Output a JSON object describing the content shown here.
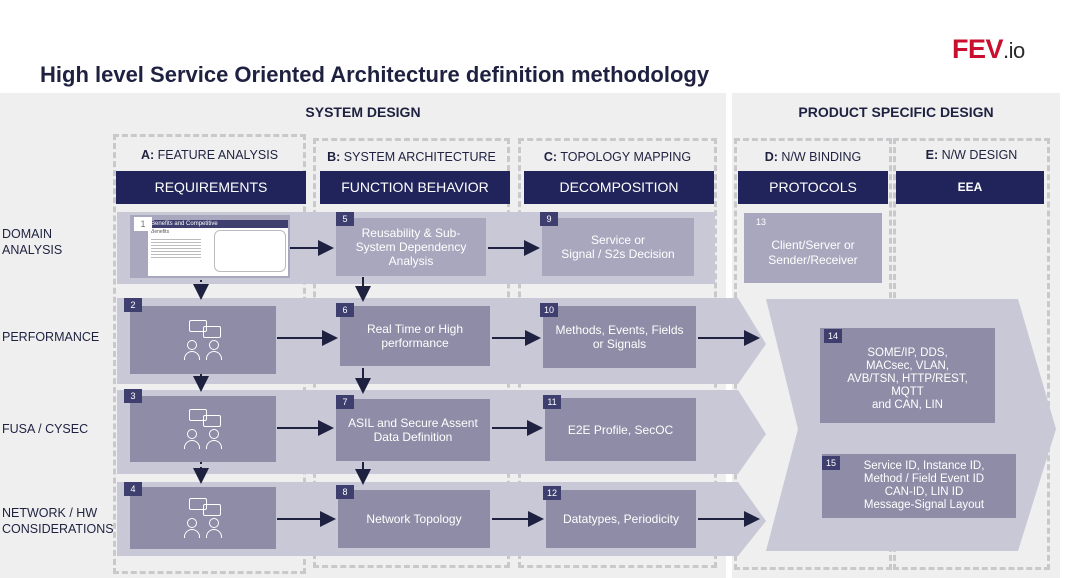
{
  "title": "High level Service Oriented Architecture definition methodology",
  "logo": {
    "brand": "FEV",
    "suffix": ".io"
  },
  "sections": {
    "system_design": "SYSTEM DESIGN",
    "product_design": "PRODUCT SPECIFIC DESIGN"
  },
  "columns": [
    {
      "letter": "A",
      "name": "FEATURE ANALYSIS",
      "bar": "REQUIREMENTS"
    },
    {
      "letter": "B",
      "name": "SYSTEM ARCHITECTURE",
      "bar": "FUNCTION BEHAVIOR"
    },
    {
      "letter": "C",
      "name": "TOPOLOGY MAPPING",
      "bar": "DECOMPOSITION"
    },
    {
      "letter": "D",
      "name": "N/W BINDING",
      "bar": "PROTOCOLS"
    },
    {
      "letter": "E",
      "name": "N/W DESIGN",
      "bar": "EEA"
    }
  ],
  "rows": [
    {
      "label_1": "DOMAIN",
      "label_2": "ANALYSIS"
    },
    {
      "label_1": "PERFORMANCE",
      "label_2": ""
    },
    {
      "label_1": "FUSA / CYSEC",
      "label_2": ""
    },
    {
      "label_1": "NETWORK / HW",
      "label_2": "CONSIDERATIONS"
    }
  ],
  "steps": {
    "s1": {
      "num": "1",
      "thumb_title": "Benefits and Competitive",
      "thumb_sub": "Benefits"
    },
    "s2": {
      "num": "2"
    },
    "s3": {
      "num": "3"
    },
    "s4": {
      "num": "4"
    },
    "s5": {
      "num": "5",
      "line1": "Reusability & Sub-",
      "line2": "System Dependency",
      "line3": "Analysis"
    },
    "s6": {
      "num": "6",
      "line1": "Real Time or High",
      "line2": "performance"
    },
    "s7": {
      "num": "7",
      "line1": "ASIL and Secure Assent",
      "line2": "Data Definition"
    },
    "s8": {
      "num": "8",
      "line1": "Network Topology"
    },
    "s9": {
      "num": "9",
      "line1": "Service or",
      "line2": "Signal / S2s Decision"
    },
    "s10": {
      "num": "10",
      "line1": "Methods, Events, Fields",
      "line2": "or Signals"
    },
    "s11": {
      "num": "11",
      "line1": "E2E Profile, SecOC"
    },
    "s12": {
      "num": "12",
      "line1": "Datatypes, Periodicity"
    },
    "s13": {
      "num": "13",
      "line1": "Client/Server or",
      "line2": "Sender/Receiver"
    },
    "s14": {
      "num": "14",
      "line1": "SOME/IP, DDS,",
      "line2": "MACsec, VLAN,",
      "line3": "AVB/TSN, HTTP/REST,",
      "line4": "MQTT",
      "line5": "and CAN, LIN"
    },
    "s15": {
      "num": "15",
      "line1": "Service ID, Instance ID,",
      "line2": "Method / Field Event ID",
      "line3": "CAN-ID, LIN ID",
      "line4": "Message-Signal Layout"
    }
  }
}
